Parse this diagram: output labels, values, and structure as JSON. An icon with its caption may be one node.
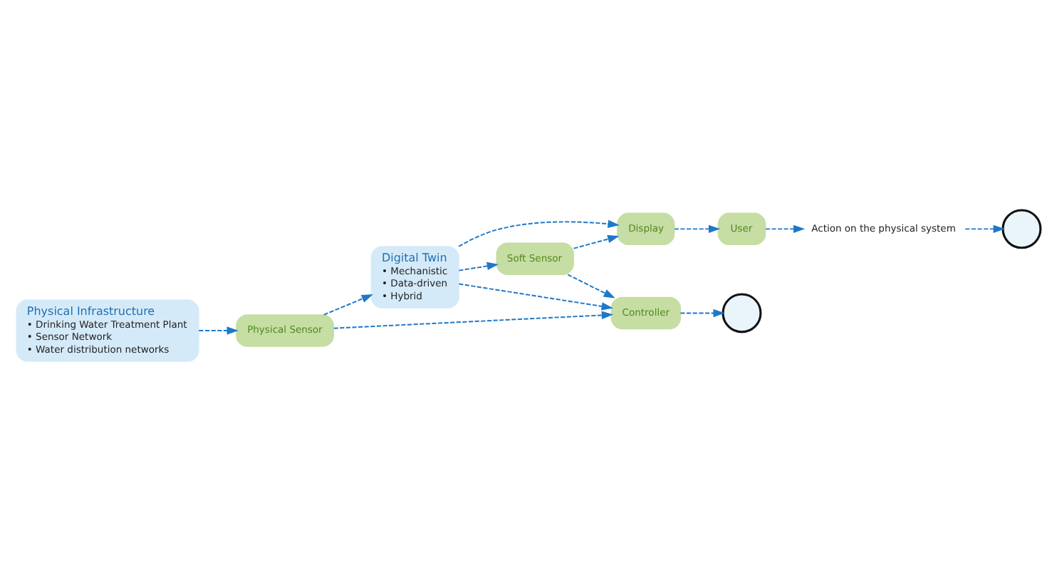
{
  "diagram": {
    "nodes": [
      {
        "text": [
          "Digital Twin",
          "• Mechanistic",
          "• Data-driven",
          "• Hybrid"
        ]
      },
      {
        "text": [
          "Physical Sensor"
        ]
      },
      {
        "text": [
          "Soft Sensor"
        ]
      },
      {
        "text": [
          "Physical Infrastructure",
          "• Drinking Water Treatment Plant",
          "• Sensor Network",
          "• Water distribution networks"
        ]
      },
      {
        "text": [
          "Display"
        ]
      },
      {
        "text": [],
        "shape": "circle"
      },
      {
        "text": [
          "Controller"
        ]
      },
      {
        "text": [],
        "shape": "circle"
      },
      {
        "text": [
          "User"
        ]
      },
      {
        "text": [
          "Action on the physical system"
        ]
      }
    ],
    "edges": [
      {
        "from": 3,
        "to": 1,
        "arrow": "to",
        "style": "dashed"
      },
      {
        "from": 1,
        "to": 0,
        "arrow": "to",
        "style": "dashed"
      },
      {
        "from": 0,
        "to": 2,
        "arrow": "to",
        "style": "dashed"
      },
      {
        "from": 0,
        "to": 4,
        "arrow": "to",
        "style": "dashed"
      },
      {
        "from": 0,
        "to": 6,
        "arrow": "to",
        "style": "dashed"
      },
      {
        "from": 2,
        "to": 4,
        "arrow": "to",
        "style": "dashed"
      },
      {
        "from": 2,
        "to": 6,
        "arrow": "to",
        "style": "dashed"
      },
      {
        "from": 1,
        "to": 6,
        "arrow": "to",
        "style": "dashed"
      },
      {
        "from": 6,
        "to": 7,
        "arrow": "to",
        "style": "dashed"
      },
      {
        "from": 4,
        "to": 8,
        "arrow": "to",
        "style": "dashed"
      },
      {
        "from": 8,
        "to": 9,
        "arrow": "to",
        "style": "dashed"
      },
      {
        "from": 9,
        "to": 5,
        "arrow": "to",
        "style": "dashed"
      }
    ]
  }
}
